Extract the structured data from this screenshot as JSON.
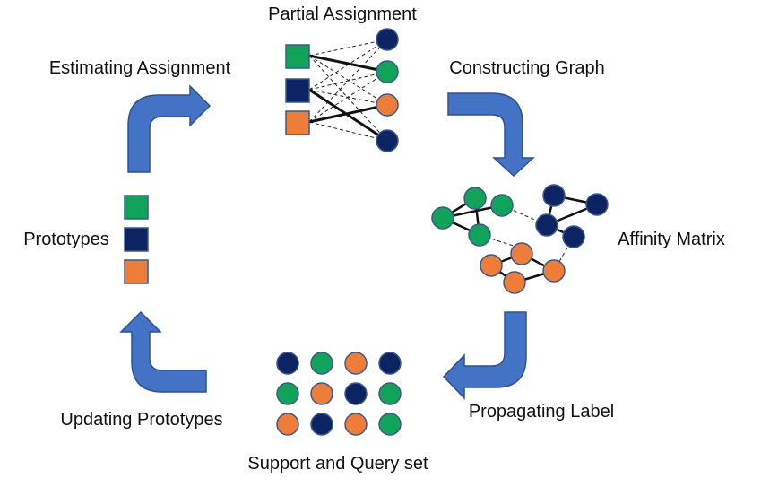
{
  "labels": {
    "partial_assignment": "Partial Assignment",
    "estimating_assignment": "Estimating Assignment",
    "constructing_graph": "Constructing Graph",
    "affinity_matrix": "Affinity Matrix",
    "prototypes": "Prototypes",
    "propagating_label": "Propagating Label",
    "updating_prototypes": "Updating Prototypes",
    "support_query_set": "Support and Query set"
  },
  "colors": {
    "green": "#12a35a",
    "navy": "#0c2461",
    "orange": "#ee7d3a",
    "arrow": "#4472c4",
    "arrow_stroke": "#2f528f",
    "node_stroke": "#3a5a8c"
  },
  "prototypes": [
    "green",
    "navy",
    "orange"
  ],
  "partial_assignment": {
    "prototypes": [
      "green",
      "navy",
      "orange"
    ],
    "targets": [
      "navy",
      "green",
      "orange",
      "navy"
    ]
  },
  "support_query_grid": [
    [
      "navy",
      "green",
      "orange",
      "navy"
    ],
    [
      "green",
      "orange",
      "navy",
      "green"
    ],
    [
      "orange",
      "navy",
      "orange",
      "green"
    ]
  ]
}
